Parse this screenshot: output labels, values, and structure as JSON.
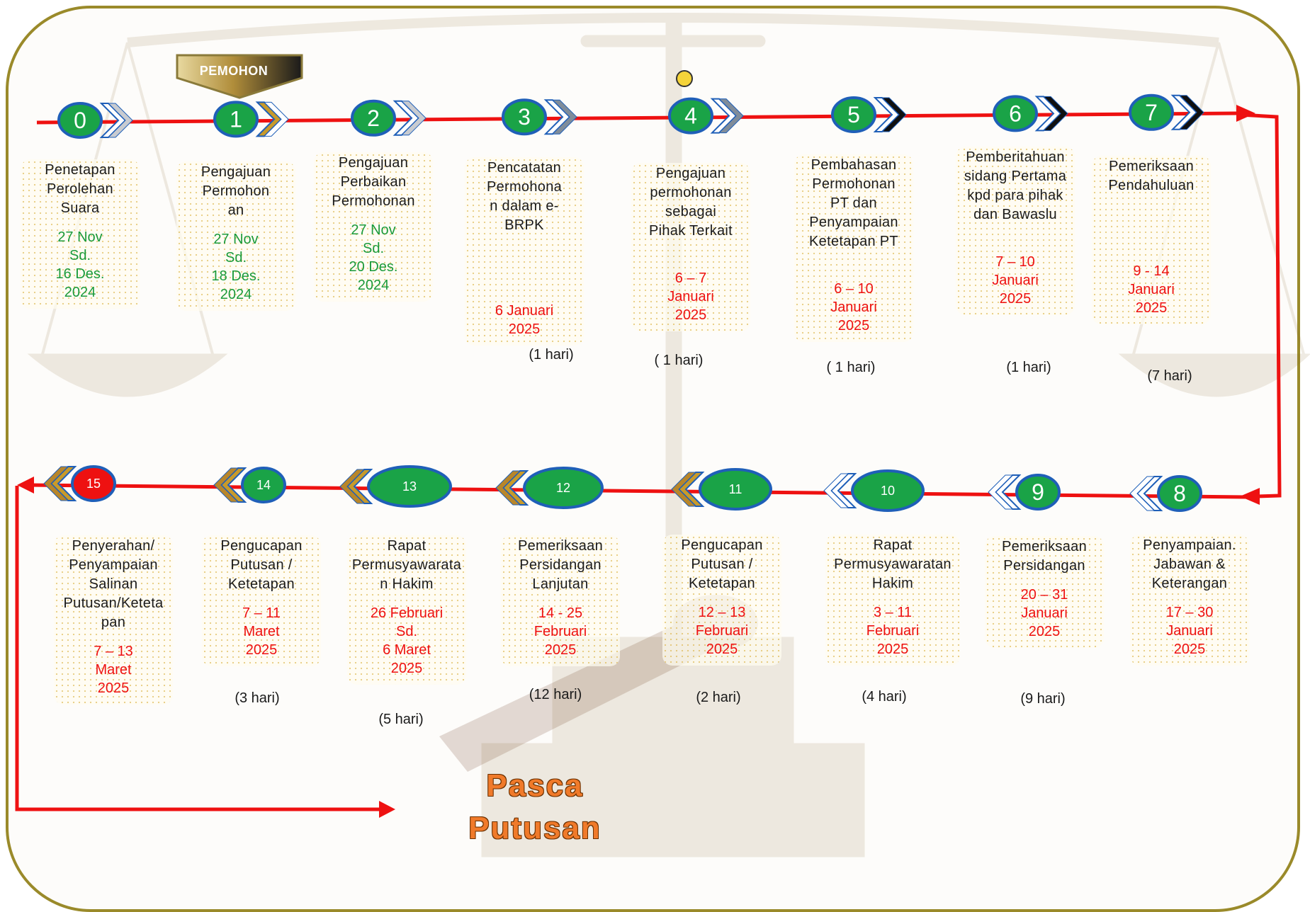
{
  "banner": {
    "label": "PEMOHON"
  },
  "footer": {
    "line1": "Pasca",
    "line2": "Putusan"
  },
  "steps": [
    {
      "number": "0",
      "label": "Penetapan\nPerolehan\nSuara",
      "date": "27 Nov\nSd.\n16 Des.\n2024",
      "duration": ""
    },
    {
      "number": "1",
      "label": "Pengajuan\nPermohon\nan",
      "date": "27 Nov\nSd.\n18 Des.\n2024",
      "duration": ""
    },
    {
      "number": "2",
      "label": "Pengajuan\nPerbaikan\nPermohonan",
      "date": "27 Nov\nSd.\n20 Des.\n2024",
      "duration": ""
    },
    {
      "number": "3",
      "label": "Pencatatan\nPermohona\nn dalam e-\nBRPK",
      "date": "6 Januari\n2025",
      "duration": "(1 hari)"
    },
    {
      "number": "4",
      "label": "Pengajuan\npermohonan\nsebagai\nPihak Terkait",
      "date": "6 – 7\nJanuari\n2025",
      "duration": "( 1 hari)"
    },
    {
      "number": "5",
      "label": "Pembahasan\nPermohonan\nPT dan\nPenyampaian\nKetetapan PT",
      "date": "6 – 10\nJanuari\n2025",
      "duration": "( 1 hari)"
    },
    {
      "number": "6",
      "label": "Pemberitahuan\nsidang Pertama\nkpd para pihak\ndan Bawaslu",
      "date": "7 – 10\nJanuari\n2025",
      "duration": "(1 hari)"
    },
    {
      "number": "7",
      "label": "Pemeriksaan\nPendahuluan",
      "date": "9 - 14\nJanuari\n2025",
      "duration": "(7 hari)"
    },
    {
      "number": "8",
      "label": "Penyampaian.\nJabawan &\nKeterangan",
      "date": "17 – 30\nJanuari\n2025",
      "duration": ""
    },
    {
      "number": "9",
      "label": "Pemeriksaan\nPersidangan",
      "date": "20 – 31\nJanuari\n2025",
      "duration": "(9 hari)"
    },
    {
      "number": "10",
      "label": "Rapat\nPermusyawaratan\nHakim",
      "date": "3 – 11\nFebruari\n2025",
      "duration": "(4 hari)"
    },
    {
      "number": "11",
      "label": "Pengucapan\nPutusan /\nKetetapan",
      "date": "12 – 13\nFebruari\n2025",
      "duration": "(2 hari)"
    },
    {
      "number": "12",
      "label": "Pemeriksaan\nPersidangan\nLanjutan",
      "date": "14 - 25\nFebruari\n2025",
      "duration": "(12 hari)"
    },
    {
      "number": "13",
      "label": "Rapat\nPermusyawarata\nn Hakim",
      "date": "26 Februari\nSd.\n6 Maret\n2025",
      "duration": "(5 hari)"
    },
    {
      "number": "14",
      "label": "Pengucapan\nPutusan /\nKetetapan",
      "date": "7 – 11\nMaret\n2025",
      "duration": "(3 hari)"
    },
    {
      "number": "15",
      "label": "Penyerahan/\nPenyampaian\nSalinan\nPutusan/Keteta\npan",
      "date": "7 – 13\nMaret\n2025",
      "duration": ""
    }
  ],
  "colors": {
    "line": "#ee1111",
    "node_green": "#1aa347",
    "node_border": "#1f5fb8",
    "node_red": "#ee1111",
    "date_green": "#1a9a3a",
    "date_red": "#ee1111",
    "frame": "#9a8a2a",
    "chevron_gold": "#c89a2a"
  }
}
